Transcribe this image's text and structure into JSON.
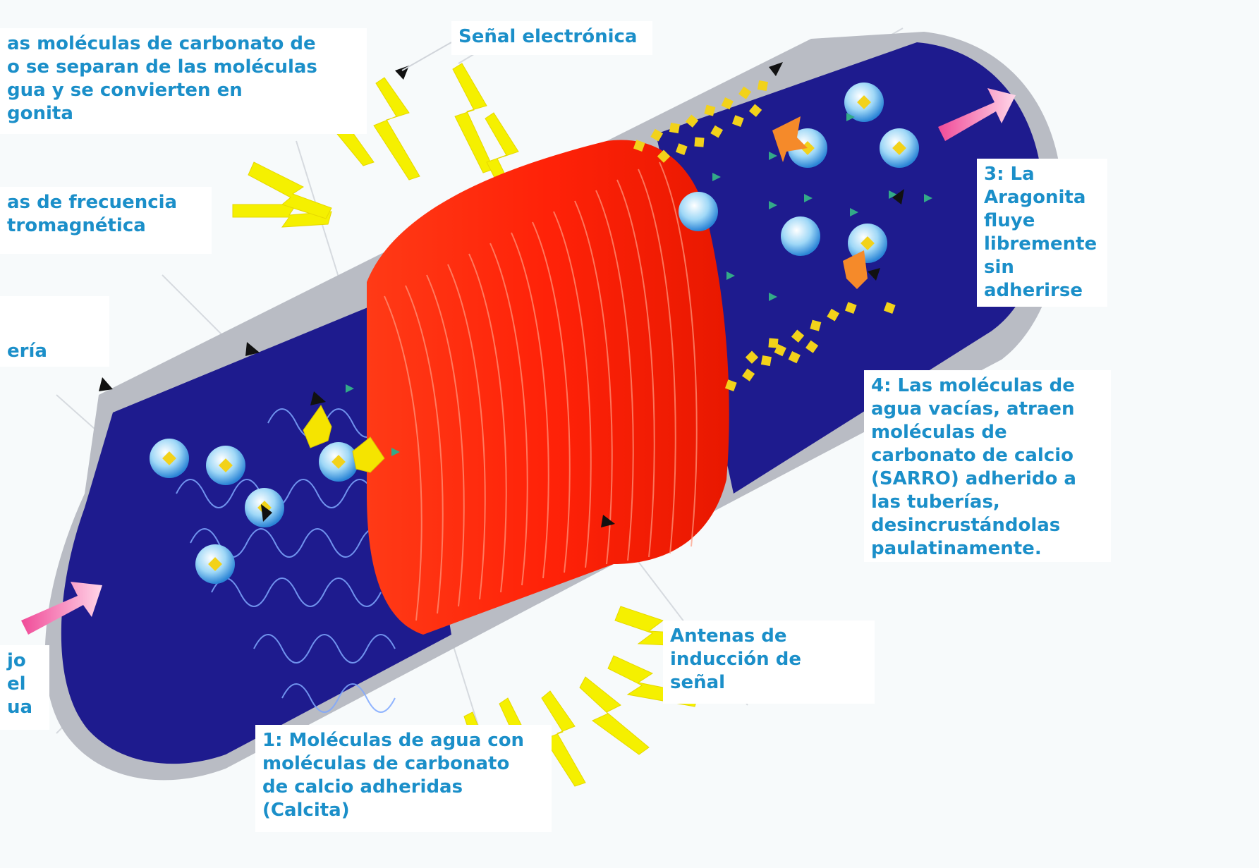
{
  "labels": {
    "aragonite_top": [
      "as moléculas de carbonato de",
      "o se separan de las moléculas",
      "gua y se convierten en",
      "gonita"
    ],
    "signal": "Señal electrónica",
    "waves": [
      "as de frecuencia",
      "tromagnética"
    ],
    "pipe": "ería",
    "flow_in": [
      "jo",
      "el",
      "ua"
    ],
    "calcite": [
      "1: Moléculas de agua con",
      "moléculas de carbonato",
      "de calcio adheridas",
      "(Calcita)"
    ],
    "antennas": [
      "Antenas de",
      "inducción de",
      "señal"
    ],
    "flows_free": [
      "3: La",
      "Aragonita",
      "fluye",
      "libremente",
      "sin",
      "adherirse"
    ],
    "empty_water": [
      "4: Las moléculas de",
      "agua vacías, atraen",
      "moléculas de",
      "carbonato de calcio",
      "(SARRO) adherido a",
      "las tuberías,",
      "desincrustándolas",
      "paulatinamente."
    ]
  },
  "colors": {
    "text": "#1b8fc9",
    "pipe_interior": "#1e1b8e",
    "pipe_wall": "#b9bcc4",
    "coil": "#ff2a12",
    "bolt": "#f5f000",
    "crystal": "#f2d21a",
    "arrow_flow": "#f07ab0"
  },
  "icons": [
    "lightning-bolt-icon",
    "water-molecule-icon",
    "aragonite-crystal-icon",
    "flow-arrow-icon",
    "pointer-arrow-icon"
  ]
}
